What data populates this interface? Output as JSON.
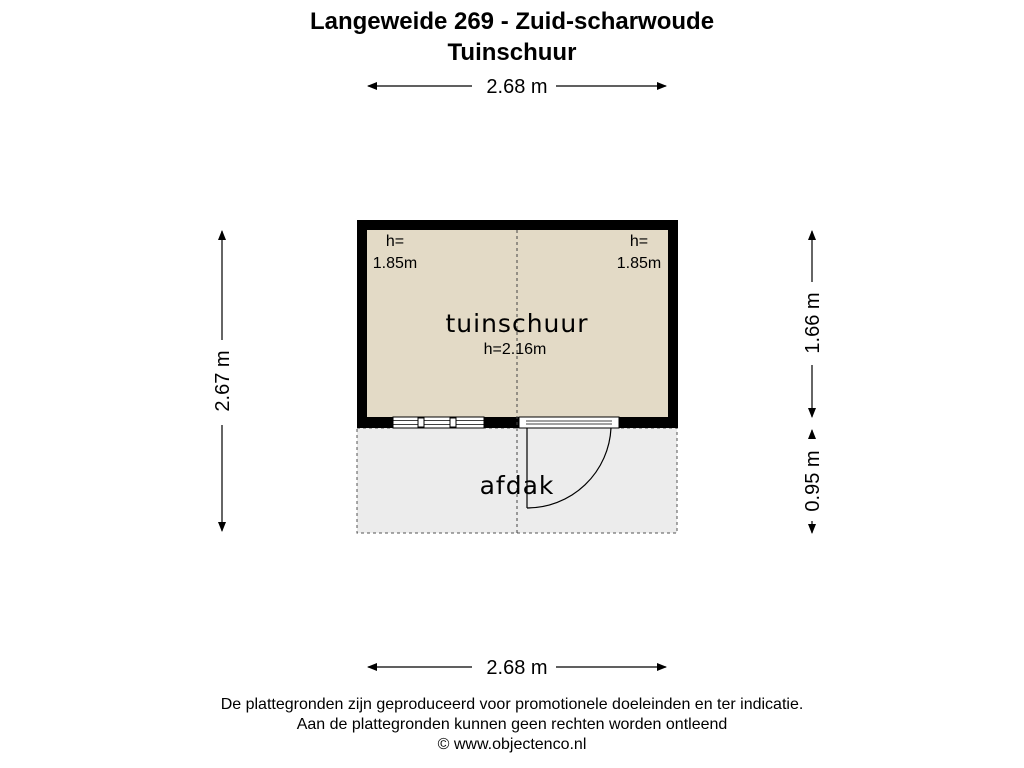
{
  "header": {
    "title": "Langeweide 269 - Zuid-scharwoude",
    "subtitle": "Tuinschuur"
  },
  "dimensions": {
    "top_width": "2.68 m",
    "bottom_width": "2.68 m",
    "left_height": "2.67 m",
    "right_upper": "1.66 m",
    "right_lower": "0.95 m"
  },
  "rooms": {
    "main": {
      "name": "tuinschuur",
      "height": "h=2.16m"
    },
    "left_height_label": "h=",
    "left_height_value": "1.85m",
    "right_height_label": "h=",
    "right_height_value": "1.85m",
    "canopy": {
      "name": "afdak"
    }
  },
  "colors": {
    "room_fill": "#e3dac6",
    "canopy_fill": "#ececec",
    "wall": "#000000"
  },
  "footer": {
    "line1": "De plattegronden zijn geproduceerd voor promotionele doeleinden en ter indicatie.",
    "line2": "Aan de plattegronden kunnen geen rechten worden ontleend",
    "line3": "© www.objectenco.nl"
  }
}
